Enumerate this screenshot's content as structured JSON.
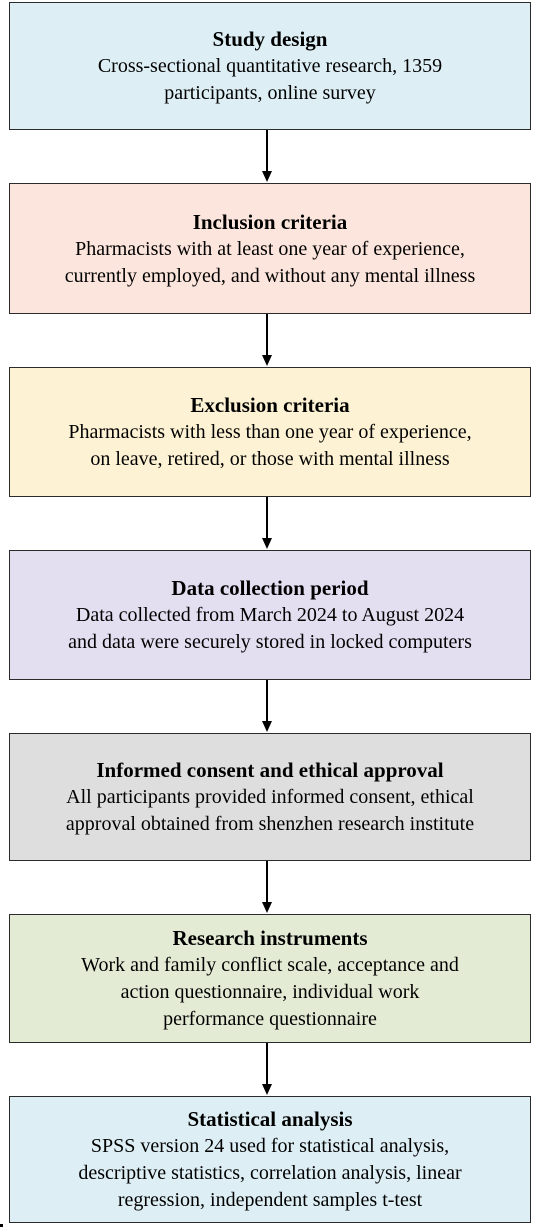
{
  "diagram": {
    "steps": [
      {
        "title": "Study design",
        "lines": [
          "Cross-sectional quantitative research, 1359",
          "participants, online survey"
        ],
        "fill": "#ddeef4"
      },
      {
        "title": "Inclusion criteria",
        "lines": [
          "Pharmacists with at least one year of experience,",
          "currently employed, and without any mental illness"
        ],
        "fill": "#fce5dc"
      },
      {
        "title": "Exclusion criteria",
        "lines": [
          "Pharmacists with less than one year of experience,",
          "on leave, retired, or those with mental illness"
        ],
        "fill": "#fdf2d3"
      },
      {
        "title": "Data collection period",
        "lines": [
          "Data collected from March 2024 to August 2024",
          "and data were securely stored in locked computers"
        ],
        "fill": "#e3def0"
      },
      {
        "title": "Informed consent and ethical approval",
        "lines": [
          "All participants provided informed consent, ethical",
          "approval obtained from shenzhen research institute"
        ],
        "fill": "#dedede"
      },
      {
        "title": "Research instruments",
        "lines": [
          "Work and family conflict scale, acceptance and",
          "action questionnaire, individual work",
          "performance questionnaire"
        ],
        "fill": "#e3ebd5"
      },
      {
        "title": "Statistical analysis",
        "lines": [
          "SPSS version 24 used for statistical analysis,",
          "descriptive statistics, correlation analysis, linear",
          "regression, independent samples t-test"
        ],
        "fill": "#ddeef4"
      }
    ]
  }
}
